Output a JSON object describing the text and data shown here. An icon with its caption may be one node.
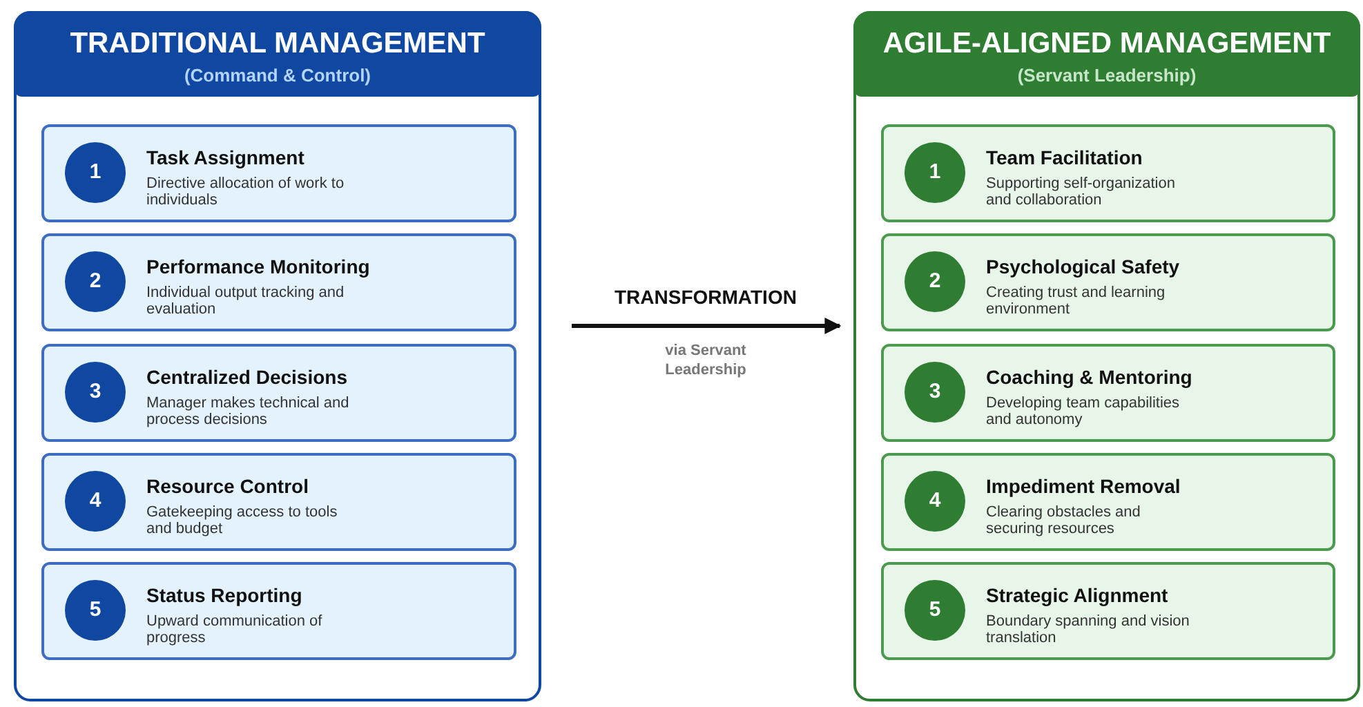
{
  "diagram": {
    "nodes": [
      {
        "text": [
          "TRADITIONAL MANAGEMENT",
          "(Command & Control)"
        ]
      },
      {
        "text": [
          "Task Assignment",
          "Directive allocation of work to individuals"
        ],
        "in": 0
      },
      {
        "text": [
          "1"
        ],
        "in": 1
      },
      {
        "text": [
          "Performance Monitoring",
          "Individual output tracking and evaluation"
        ],
        "in": 0
      },
      {
        "text": [
          "2"
        ],
        "in": 3
      },
      {
        "text": [
          "Centralized Decisions",
          "Manager makes technical and process decisions"
        ],
        "in": 0
      },
      {
        "text": [
          "3"
        ],
        "in": 5
      },
      {
        "text": [
          "Resource Control",
          "Gatekeeping access to tools and budget"
        ],
        "in": 0
      },
      {
        "text": [
          "4"
        ],
        "in": 7
      },
      {
        "text": [
          "Status Reporting",
          "Upward communication of progress"
        ],
        "in": 0
      },
      {
        "text": [
          "5"
        ],
        "in": 9
      },
      {
        "text": [
          "AGILE-ALIGNED MANAGEMENT",
          "(Servant Leadership)"
        ]
      },
      {
        "text": [
          "Team Facilitation",
          "Supporting self-organization and collaboration"
        ],
        "in": 11
      },
      {
        "text": [
          "1"
        ],
        "in": 12
      },
      {
        "text": [
          "Psychological Safety",
          "Creating trust and learning environment"
        ],
        "in": 11
      },
      {
        "text": [
          "2"
        ],
        "in": 14
      },
      {
        "text": [
          "Coaching & Mentoring",
          "Developing team capabilities and autonomy"
        ],
        "in": 11
      },
      {
        "text": [
          "3"
        ],
        "in": 16
      },
      {
        "text": [
          "Impediment Removal",
          "Clearing obstacles and securing resources"
        ],
        "in": 11
      },
      {
        "text": [
          "4"
        ],
        "in": 18
      },
      {
        "text": [
          "Strategic Alignment",
          "Boundary spanning and vision translation"
        ],
        "in": 11
      },
      {
        "text": [
          "5"
        ],
        "in": 20
      }
    ],
    "edges": [
      {
        "from": 0,
        "to": 11,
        "arrow": "to",
        "label": "TRANSFORMATION"
      }
    ],
    "labels": [
      "via Servant Leadership"
    ]
  }
}
